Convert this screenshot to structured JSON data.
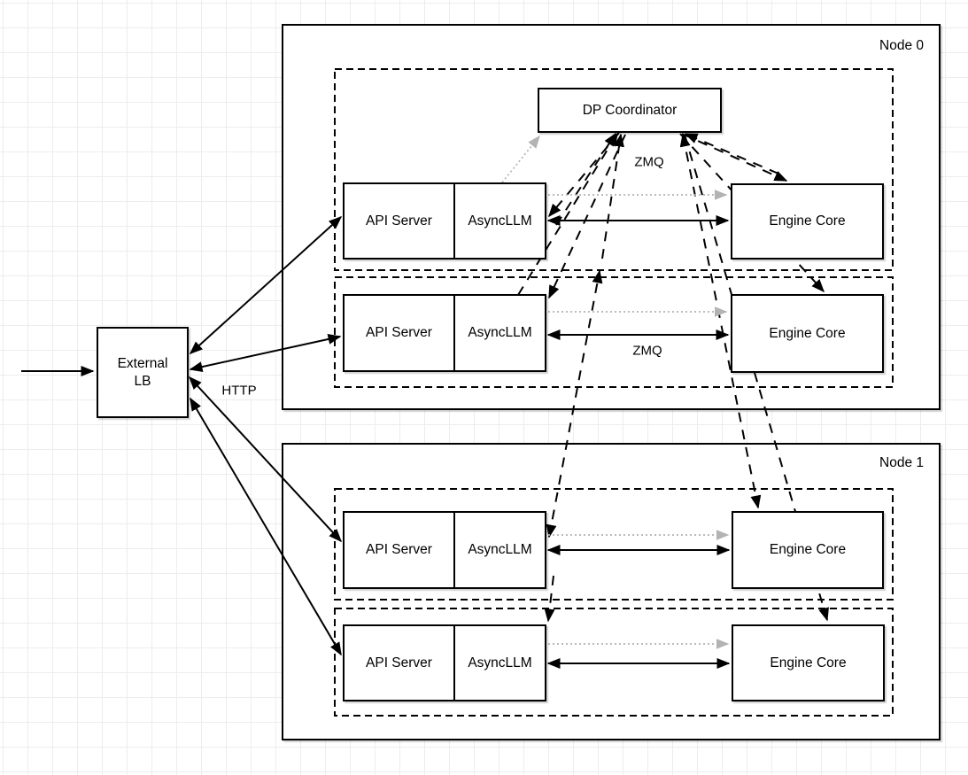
{
  "external_lb": {
    "line1": "External",
    "line2": "LB"
  },
  "nodes": [
    {
      "label": "Node 0"
    },
    {
      "label": "Node 1"
    }
  ],
  "dp_coordinator": {
    "label": "DP Coordinator"
  },
  "rows": [
    {
      "api": "API Server",
      "llm": "AsyncLLM",
      "engine": "Engine Core"
    },
    {
      "api": "API Server",
      "llm": "AsyncLLM",
      "engine": "Engine Core"
    },
    {
      "api": "API Server",
      "llm": "AsyncLLM",
      "engine": "Engine Core"
    },
    {
      "api": "API Server",
      "llm": "AsyncLLM",
      "engine": "Engine Core"
    }
  ],
  "edge_labels": {
    "http": "HTTP",
    "zmq_coordinator": "ZMQ",
    "zmq_row": "ZMQ"
  },
  "colors": {
    "line": "#000000",
    "dotted_gray": "#b3b3b3",
    "grid": "#ededed",
    "background": "#ffffff"
  }
}
